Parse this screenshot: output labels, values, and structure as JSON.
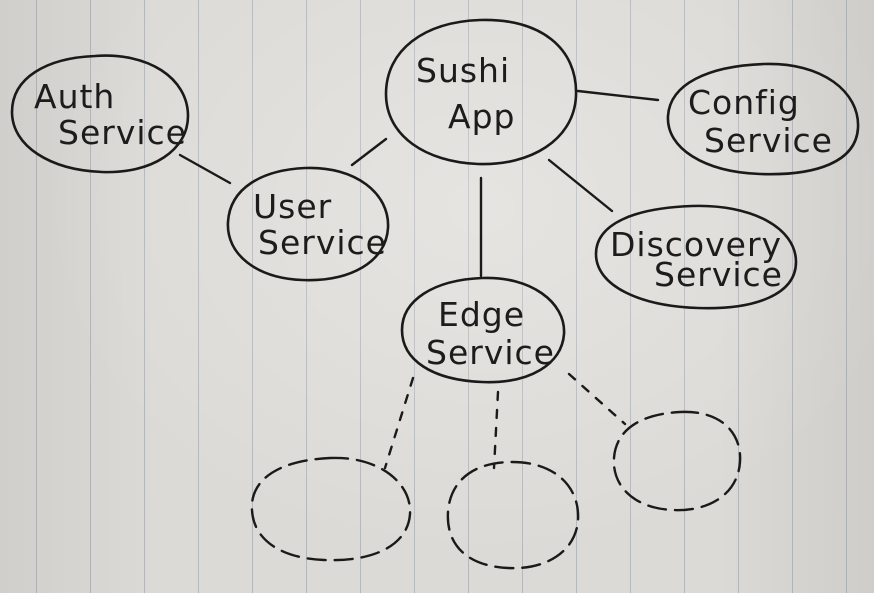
{
  "nodes": {
    "sushi_app": {
      "line1": "Sushi",
      "line2": "App"
    },
    "auth_service": {
      "line1": "Auth",
      "line2": "Service"
    },
    "user_service": {
      "line1": "User",
      "line2": "Service"
    },
    "config_service": {
      "line1": "Config",
      "line2": "Service"
    },
    "discovery_service": {
      "line1": "Discovery",
      "line2": "Service"
    },
    "edge_service": {
      "line1": "Edge",
      "line2": "Service"
    }
  },
  "edges": [
    {
      "from": "Sushi App",
      "to": "User Service",
      "style": "solid"
    },
    {
      "from": "Sushi App",
      "to": "Config Service",
      "style": "solid"
    },
    {
      "from": "Sushi App",
      "to": "Discovery Service",
      "style": "solid"
    },
    {
      "from": "Sushi App",
      "to": "Edge Service",
      "style": "solid"
    },
    {
      "from": "Auth Service",
      "to": "User Service",
      "style": "solid"
    },
    {
      "from": "Edge Service",
      "to": "unlabeled node 1",
      "style": "dashed"
    },
    {
      "from": "Edge Service",
      "to": "unlabeled node 2",
      "style": "dashed"
    },
    {
      "from": "Edge Service",
      "to": "unlabeled node 3",
      "style": "dashed"
    }
  ],
  "colors": {
    "ink": "#1a1a1a",
    "paper": "#dcdad6",
    "ruled_line": "#7d8796"
  }
}
